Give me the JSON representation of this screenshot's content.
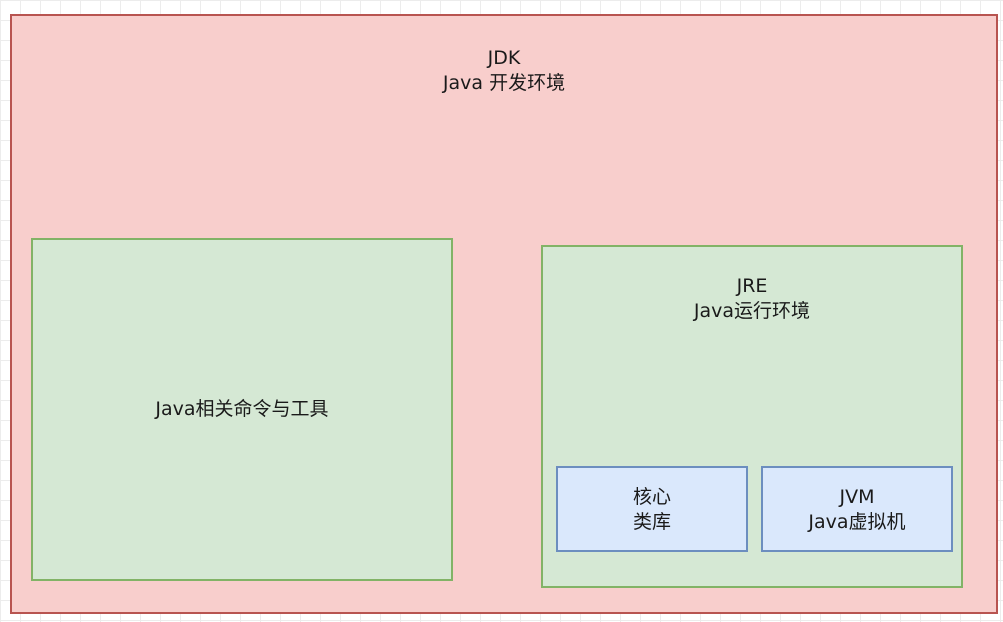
{
  "jdk": {
    "title": "JDK",
    "subtitle": "Java 开发环境"
  },
  "tools": {
    "label": "Java相关命令与工具"
  },
  "jre": {
    "title": "JRE",
    "subtitle": "Java运行环境"
  },
  "core_lib": {
    "line1": "核心",
    "line2": "类库"
  },
  "jvm": {
    "title": "JVM",
    "subtitle": "Java虚拟机"
  },
  "colors": {
    "jdk_fill": "#f8cecc",
    "jdk_stroke": "#b85450",
    "green_fill": "#d5e8d4",
    "green_stroke": "#82b366",
    "blue_fill": "#dae8fc",
    "blue_stroke": "#6c8ebf"
  }
}
